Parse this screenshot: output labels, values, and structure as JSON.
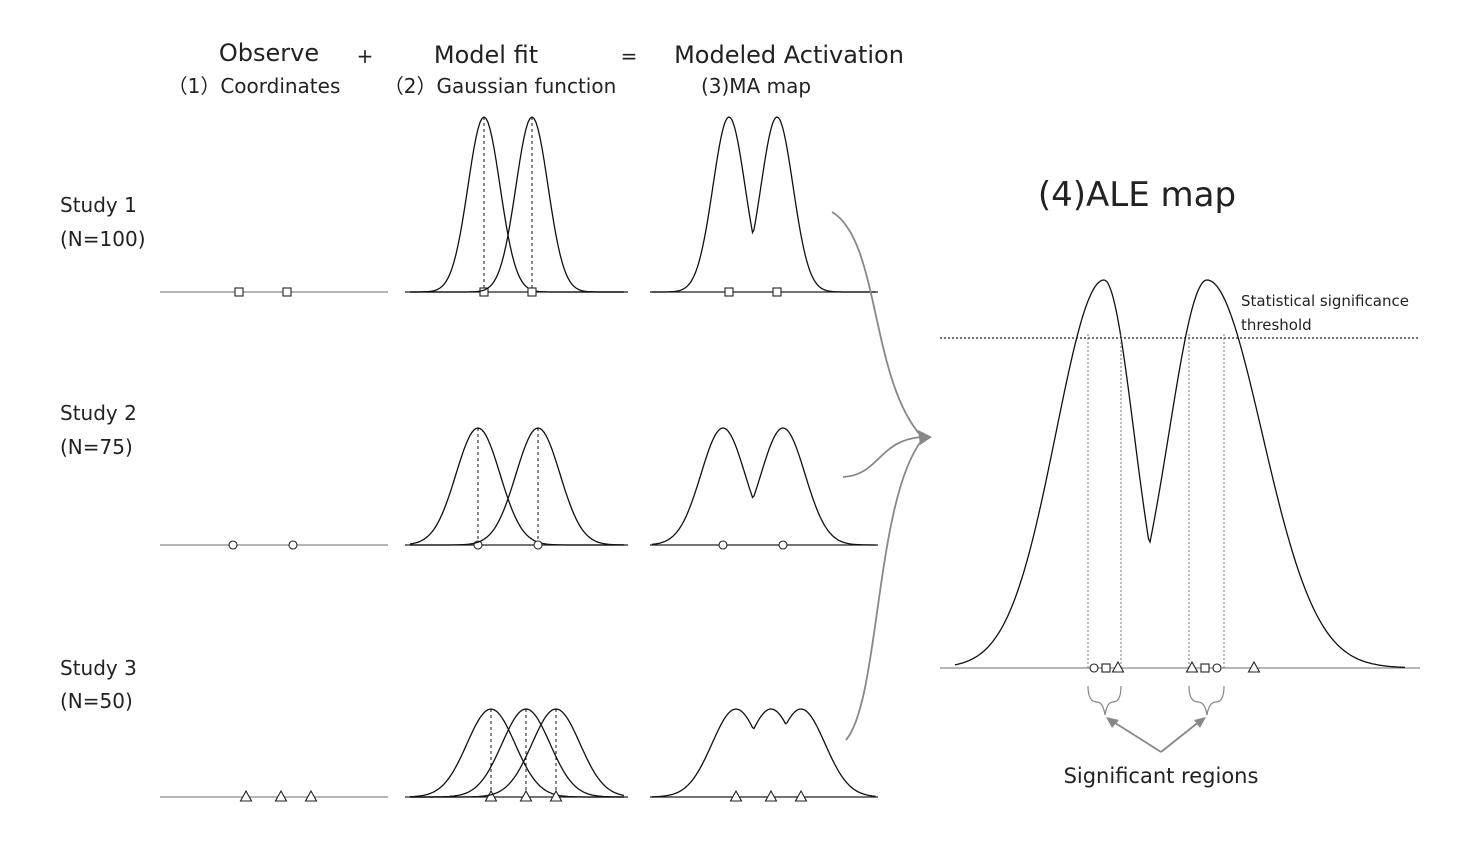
{
  "headers": {
    "observe": "Observe",
    "plus": "+",
    "model_fit": "Model fit",
    "equals": "=",
    "modeled_activation": "Modeled Activation",
    "step1": "（1）Coordinates",
    "step2": "（2）Gaussian function",
    "step3": "(3)MA map"
  },
  "studies": [
    {
      "title": "Study 1",
      "n": "(N=100)",
      "marker": "square",
      "peaks": [
        239,
        287
      ],
      "sigma": 16,
      "ma": "two_peak_deep"
    },
    {
      "title": "Study 2",
      "n": "(N=75)",
      "marker": "circle",
      "peaks": [
        233,
        293
      ],
      "sigma": 22,
      "ma": "two_peak_mid"
    },
    {
      "title": "Study 3",
      "n": "(N=50)",
      "marker": "triangle",
      "peaks": [
        246,
        281,
        311
      ],
      "sigma": 24,
      "ma": "three_peak"
    }
  ],
  "ale": {
    "title": "(4)ALE map",
    "threshold_label_line1": "Statistical significance",
    "threshold_label_line2": "threshold",
    "significant_label": "Significant regions",
    "markers": [
      "circle",
      "square",
      "triangle",
      "triangle",
      "square",
      "circle",
      "triangle"
    ]
  },
  "colors": {
    "ink": "#111111",
    "axis": "#8a8a8a",
    "arrow": "#888888"
  }
}
